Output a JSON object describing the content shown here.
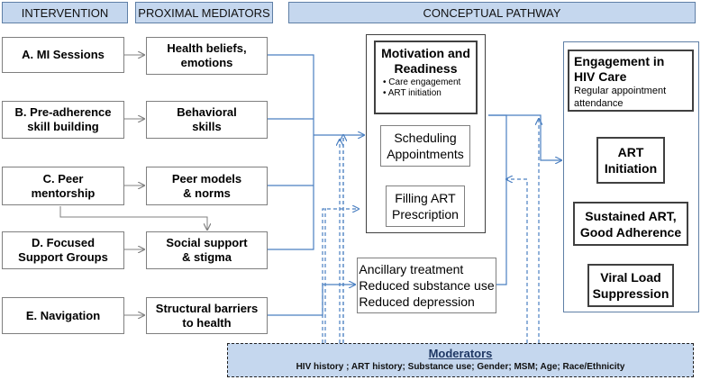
{
  "headers": {
    "intervention": "INTERVENTION",
    "mediators": "PROXIMAL MEDIATORS",
    "pathway": "CONCEPTUAL PATHWAY"
  },
  "interventions": [
    {
      "line1": "A. MI Sessions",
      "line2": ""
    },
    {
      "line1": "B. Pre-adherence",
      "line2": "skill building"
    },
    {
      "line1": "C. Peer",
      "line2": "mentorship"
    },
    {
      "line1": "D. Focused",
      "line2": "Support Groups"
    },
    {
      "line1": "E. Navigation",
      "line2": ""
    }
  ],
  "mediators": [
    {
      "line1": "Health beliefs,",
      "line2": "emotions"
    },
    {
      "line1": "Behavioral",
      "line2": "skills"
    },
    {
      "line1": "Peer models",
      "line2": "& norms"
    },
    {
      "line1": "Social support",
      "line2": "& stigma"
    },
    {
      "line1": "Structural barriers",
      "line2": "to health"
    }
  ],
  "motivation": {
    "title_line1": "Motivation and",
    "title_line2": "Readiness",
    "bullet1": "• Care engagement",
    "bullet2": "• ART initiation"
  },
  "scheduling": {
    "line1": "Scheduling",
    "line2": "Appointments"
  },
  "filling": {
    "line1": "Filling ART",
    "line2": "Prescription"
  },
  "ancillary": {
    "line1": "Ancillary treatment",
    "line2": "Reduced substance use",
    "line3": "Reduced depression"
  },
  "engagement": {
    "title_line1": "Engagement in",
    "title_line2": "HIV Care",
    "sub_line1": "Regular appointment",
    "sub_line2": "attendance"
  },
  "art_initiation": {
    "line1": "ART",
    "line2": "Initiation"
  },
  "sustained": {
    "line1": "Sustained ART,",
    "line2": "Good Adherence"
  },
  "viral": {
    "line1": "Viral Load",
    "line2": "Suppression"
  },
  "moderators": {
    "title": "Moderators",
    "list": "HIV history ; ART history; Substance use; Gender; MSM; Age; Race/Ethnicity"
  },
  "colors": {
    "header_fill": "#c5d7ee",
    "arrow_blue": "#4a7fc1",
    "arrow_gray": "#808080"
  }
}
